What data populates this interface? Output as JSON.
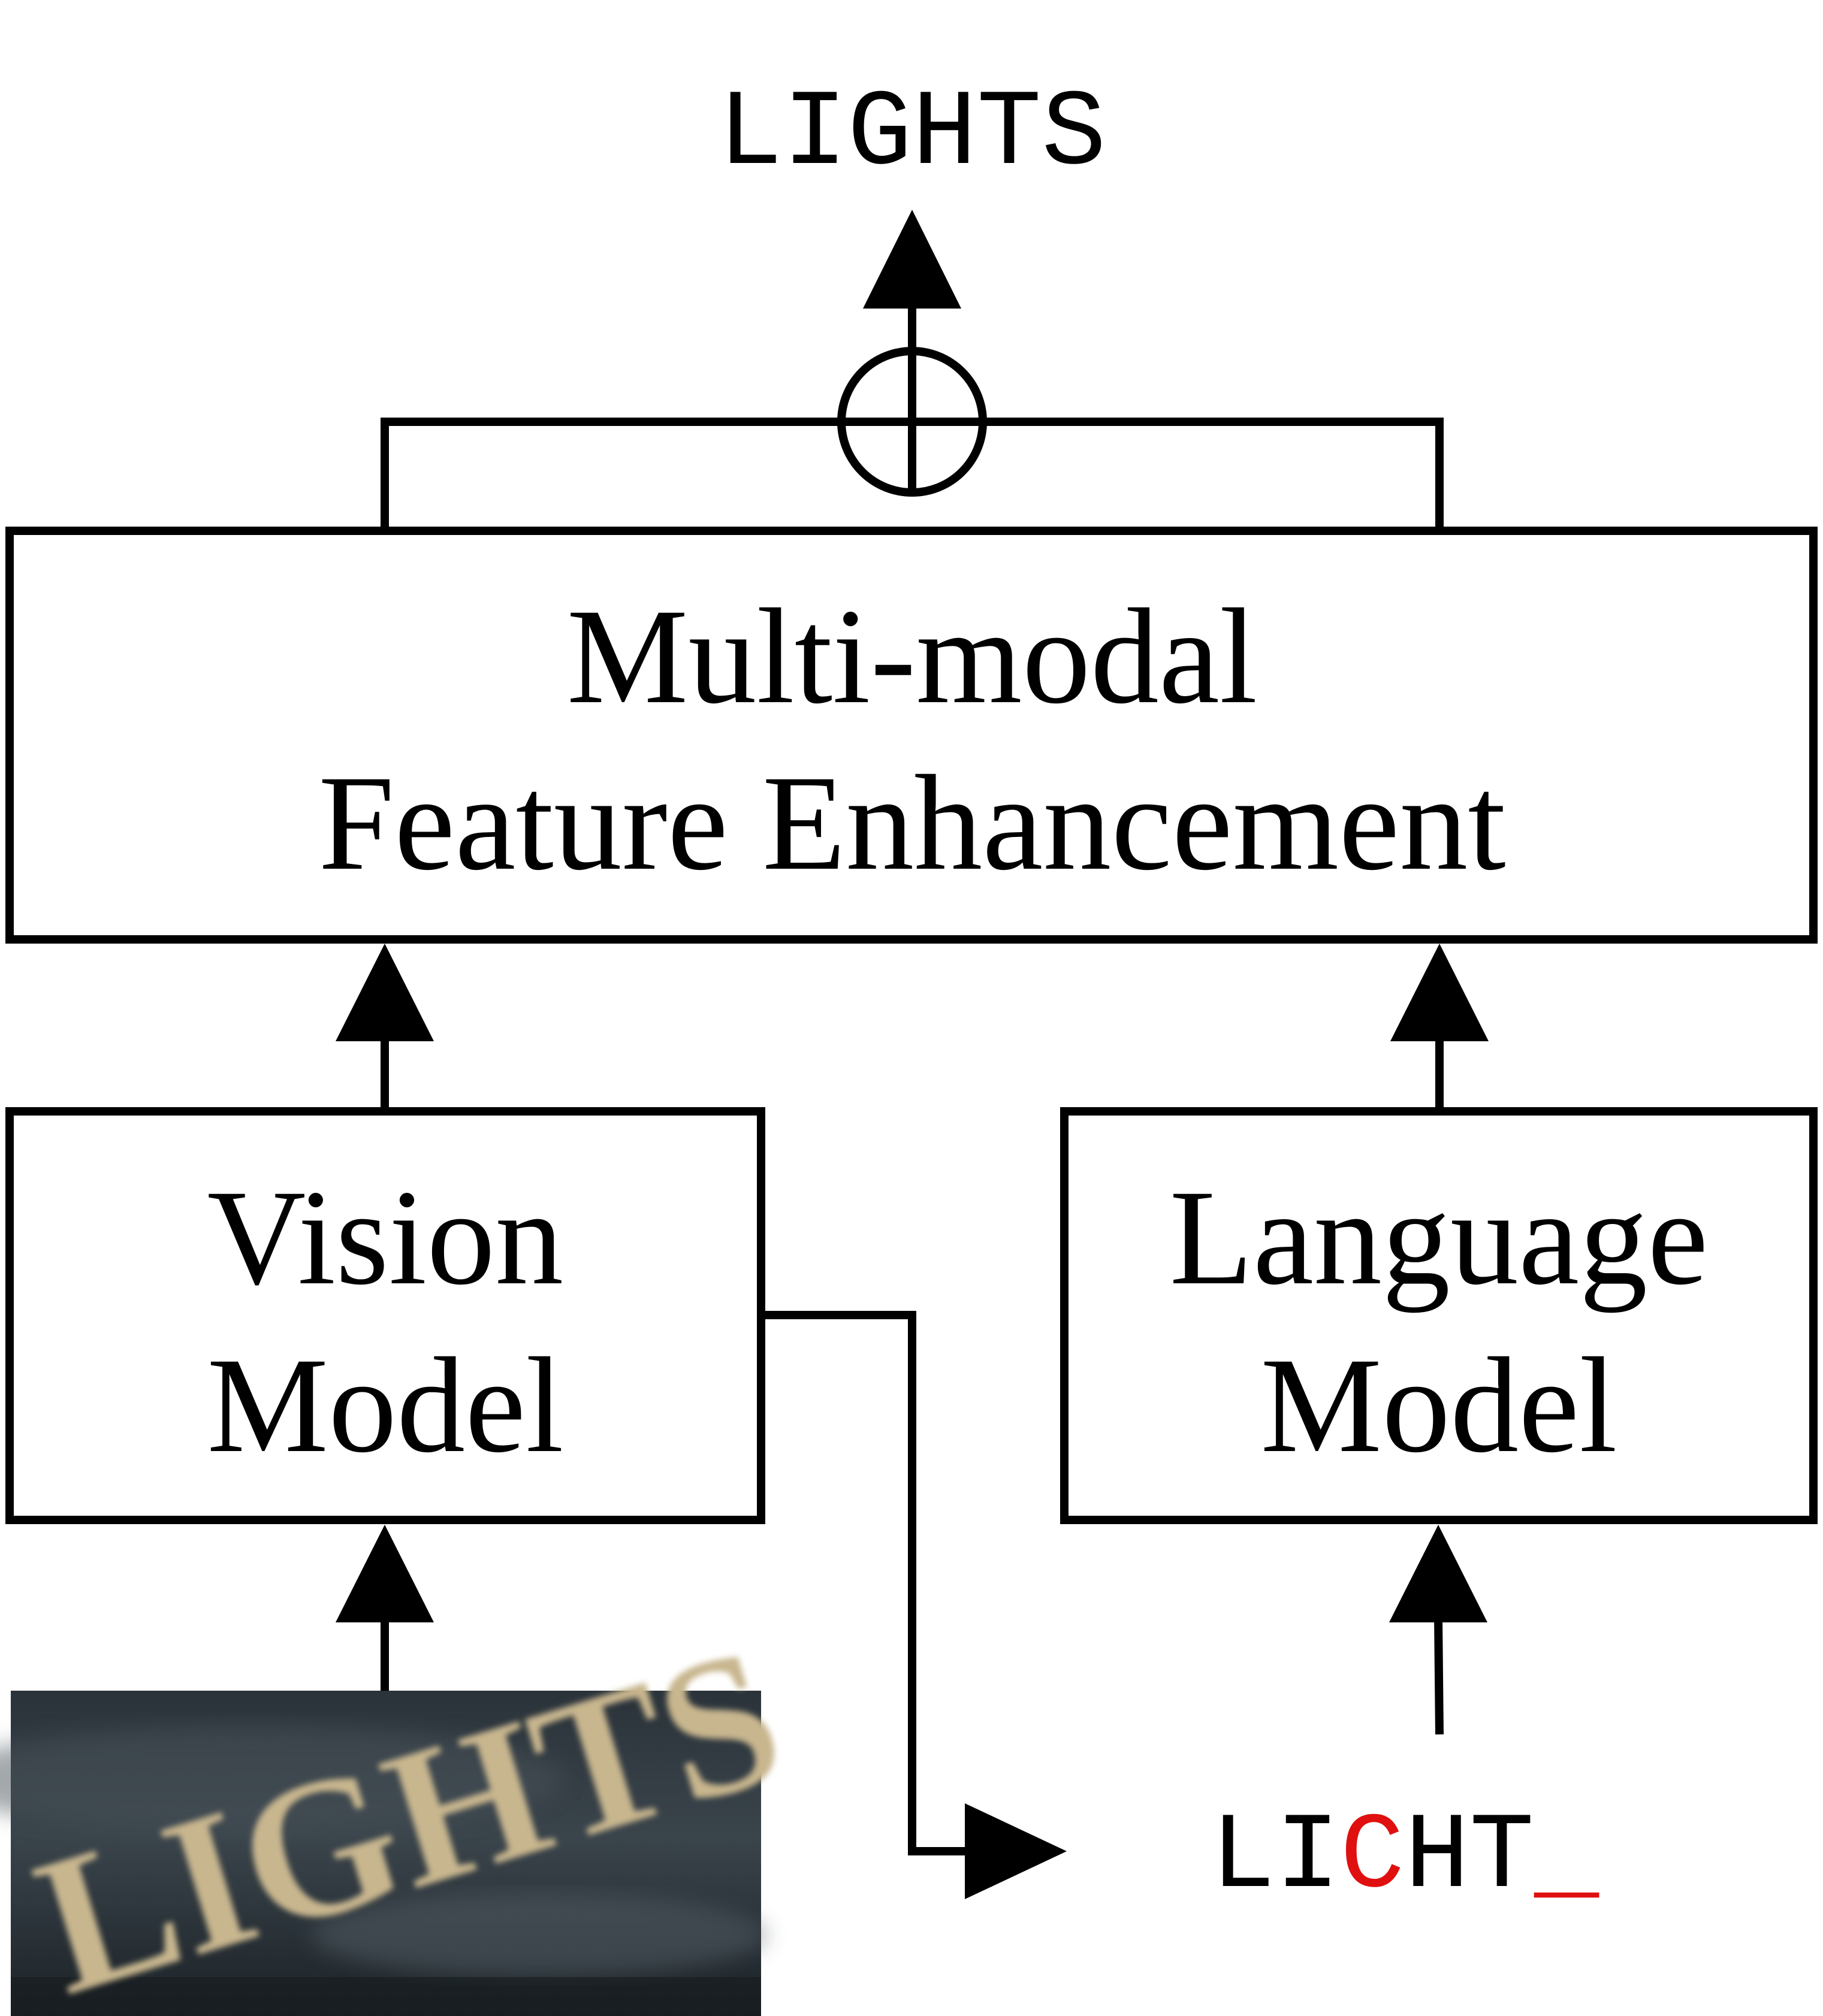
{
  "output": {
    "text": "LIGHTS"
  },
  "fusion": {
    "box_line1": "Multi-modal",
    "box_line2": "Feature Enhancement"
  },
  "vision_model": {
    "line1": "Vision",
    "line2": "Model"
  },
  "language_model": {
    "line1": "Language",
    "line2": "Model"
  },
  "input_image": {
    "word": "LIGHTS"
  },
  "vision_prediction": {
    "part1": "LI",
    "error_char": "C",
    "part2": "HT",
    "missing_char": "_"
  },
  "colors": {
    "stroke": "#000000",
    "error": "#e01010",
    "image_bg_top": "#2a3138",
    "image_bg_bottom": "#1c2329",
    "image_text": "#c6b48c"
  }
}
